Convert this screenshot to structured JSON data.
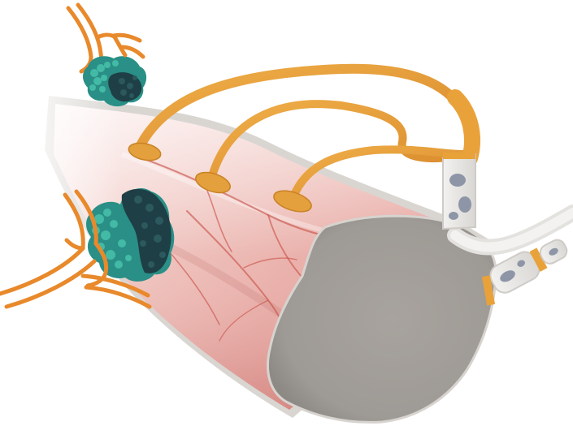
{
  "illustration": {
    "colors": {
      "antibody": "#E8892B",
      "antibody_dark": "#D2701A",
      "nerve_fill": "#E9A23A",
      "nerve_dark": "#C98224",
      "antigen_light": "#3FB7A2",
      "antigen_mid": "#2A8F86",
      "antigen_dark": "#1E3F45",
      "muscle_light": "#F6E2DF",
      "muscle_mid": "#E7AFA9",
      "muscle_deep": "#C9706F",
      "vessel": "#C24A43",
      "cross_section": "#A19D98",
      "sheath": "#E9E8E6",
      "node_blob": "#8E95A7"
    },
    "elements": [
      "antibody-icon",
      "autoantigen-protein-icon",
      "muscle-fiber",
      "blood-vessel",
      "neuromuscular-junction",
      "motor-nerve-axon",
      "myelin-sheath",
      "fiber-cross-section"
    ]
  }
}
